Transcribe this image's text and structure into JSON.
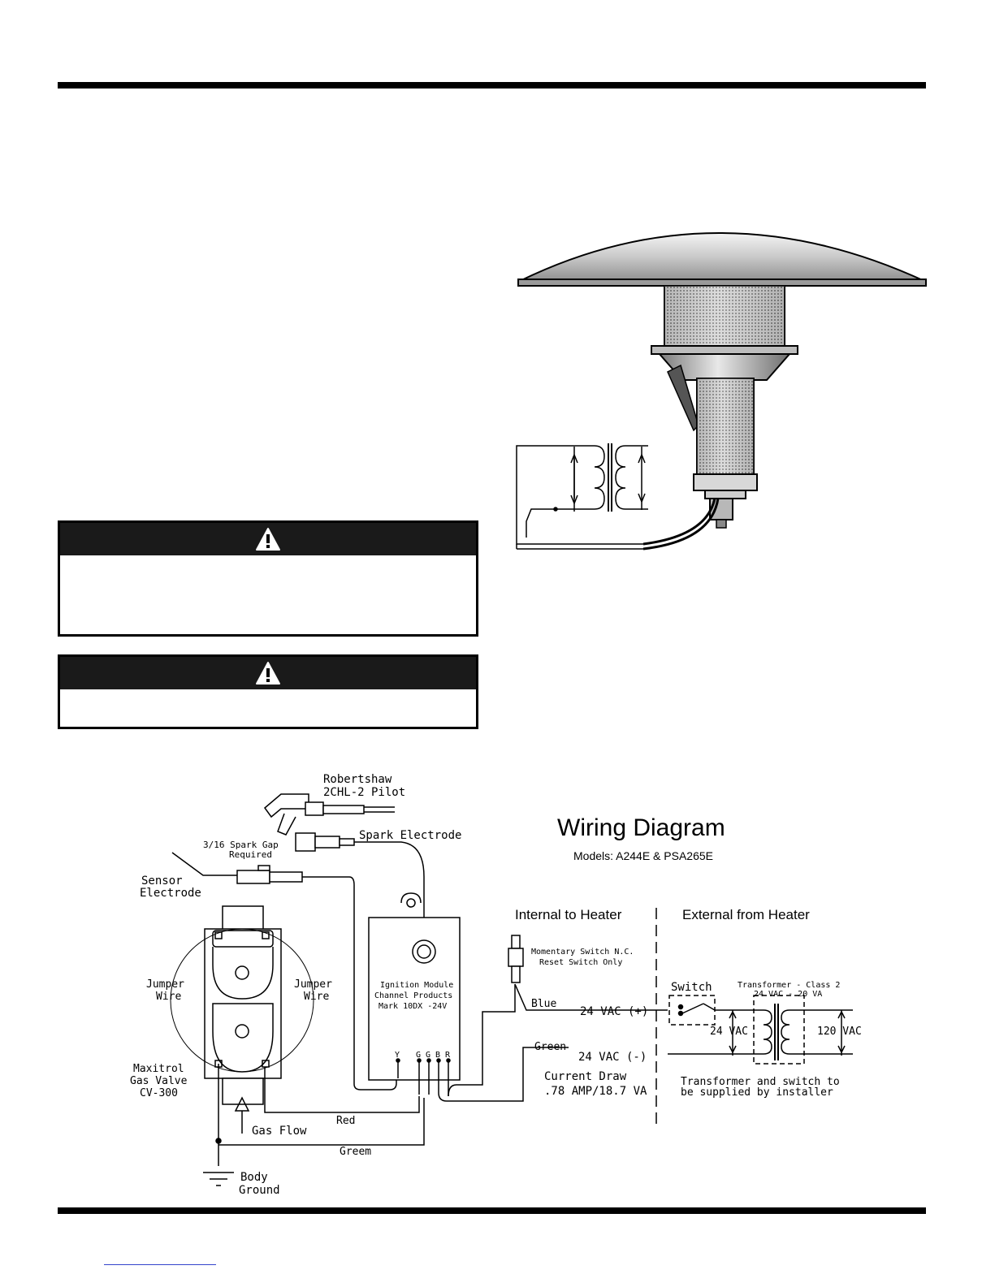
{
  "diagram": {
    "title": "Wiring Diagram",
    "models": "Models: A244E & PSA265E",
    "internal_label": "Internal to Heater",
    "external_label": "External from Heater",
    "pilot_label_1": "Robertshaw",
    "pilot_label_2": "2CHL-2 Pilot",
    "spark_electrode": "Spark Electrode",
    "spark_gap_1": "3/16 Spark Gap",
    "spark_gap_2": "Required",
    "sensor_1": "Sensor",
    "sensor_2": "Electrode",
    "jumper_left_1": "Jumper",
    "jumper_left_2": "Wire",
    "jumper_right_1": "Jumper",
    "jumper_right_2": "Wire",
    "valve_1": "Maxitrol",
    "valve_2": "Gas Valve",
    "valve_3": "CV-300",
    "gas_flow": "Gas Flow",
    "module_1": "Ignition Module",
    "module_2": "Channel Products",
    "module_3": "Mark 10DX -24V",
    "term_y": "Y",
    "term_g1": "G",
    "term_g2": "G",
    "term_b": "B",
    "term_r": "R",
    "momentary_1": "Momentary Switch N.C.",
    "momentary_2": "Reset Switch Only",
    "wire_blue": "Blue",
    "wire_green": "Green",
    "wire_red": "Red",
    "wire_green_bottom": "Greem",
    "vac_plus": "24 VAC (+)",
    "vac_minus": "24 VAC (-)",
    "current_1": "Current Draw",
    "current_2": ".78 AMP/18.7 VA",
    "switch_label": "Switch",
    "transformer_1": "Transformer - Class 2",
    "transformer_2": "24 VAC - 20 VA",
    "vac_24": "24 VAC",
    "vac_120": "120 VAC",
    "installer_1": "Transformer and switch to",
    "installer_2": "be supplied by installer",
    "ground_1": "Body",
    "ground_2": "Ground"
  },
  "colors": {
    "rule": "#000000",
    "warning_header": "#1a1a1a"
  }
}
